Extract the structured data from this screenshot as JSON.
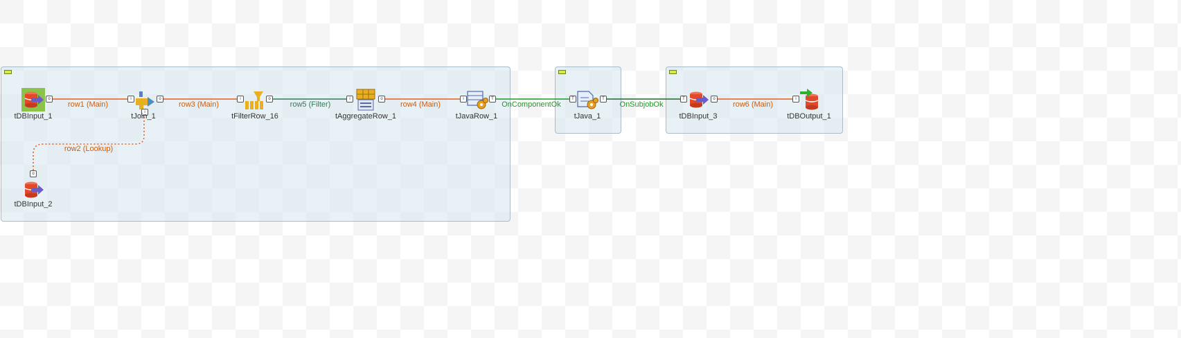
{
  "components": {
    "tDBInput_1": "tDBInput_1",
    "tJoin_1": "tJoin_1",
    "tFilterRow_16": "tFilterRow_16",
    "tAggregateRow_1": "tAggregateRow_1",
    "tJavaRow_1": "tJavaRow_1",
    "tDBInput_2": "tDBInput_2",
    "tJava_1": "tJava_1",
    "tDBInput_3": "tDBInput_3",
    "tDBOutput_1": "tDBOutput_1"
  },
  "links": {
    "row1": "row1 (Main)",
    "row3": "row3 (Main)",
    "row5": "row5 (Filter)",
    "row4": "row4 (Main)",
    "row2": "row2 (Lookup)",
    "onComponentOk": "OnComponentOk",
    "onSubjobOk": "OnSubjobOk",
    "row6": "row6 (Main)"
  },
  "colors": {
    "main_link": "#e0601a",
    "filter_link": "#2e7d55",
    "trigger_link": "#1d9a22",
    "db_red": "#e04a2a",
    "selected_bg": "#8bc34a"
  }
}
